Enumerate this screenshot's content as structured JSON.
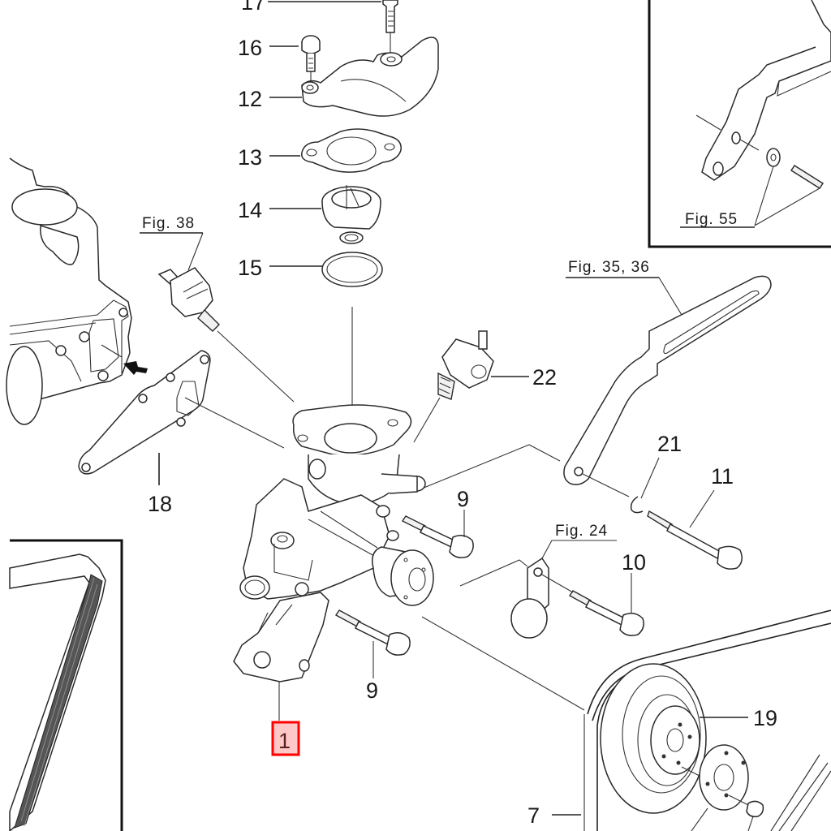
{
  "diagram": {
    "title": "Water pump assembly exploded parts diagram",
    "highlight_color": "#ff0000",
    "highlight_fill": "#ffc8c8",
    "selected_part": "1",
    "part_labels": {
      "p17": "17",
      "p16": "16",
      "p12": "12",
      "p13": "13",
      "p14": "14",
      "p15": "15",
      "p22": "22",
      "p21": "21",
      "p11": "11",
      "p9a": "9",
      "p9b": "9",
      "p10": "10",
      "p18": "18",
      "p19": "19",
      "p7": "7",
      "p1": "1"
    },
    "figure_refs": {
      "fig38": "Fig. 38",
      "fig55": "Fig. 55",
      "fig3536": "Fig. 35, 36",
      "fig24": "Fig. 24"
    }
  }
}
